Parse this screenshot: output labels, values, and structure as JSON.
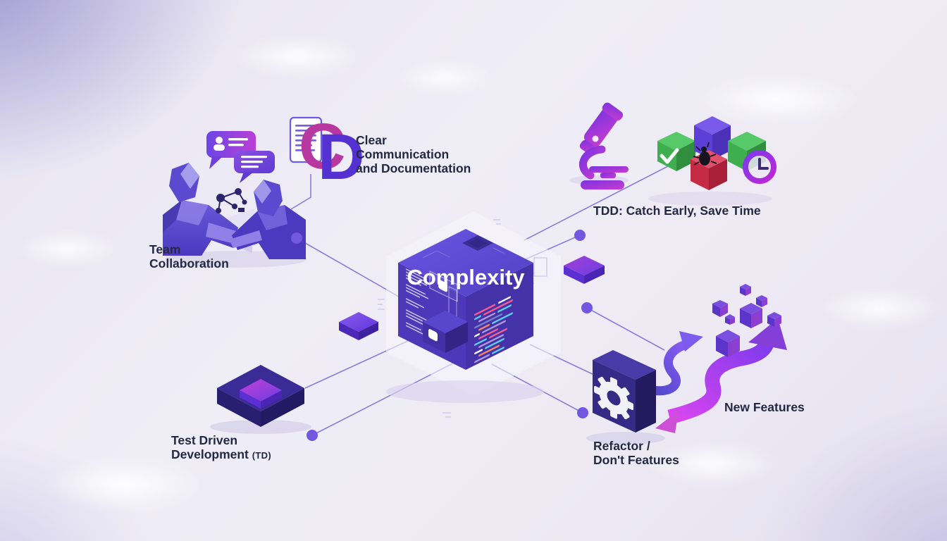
{
  "title": "Software complexity infographic",
  "center": {
    "label": "Complexity"
  },
  "labels": {
    "complexity": "Complexity",
    "team": {
      "line1": "Team",
      "line2": "Collaboration"
    },
    "communication": {
      "line1": "Clear",
      "line2": "Communication",
      "line3": "and Documentation"
    },
    "monogram": {
      "c": "C",
      "d": "D"
    },
    "tdd_catch": "TDD: Catch Early, Save Time",
    "test_driven": {
      "line1": "Test Driven",
      "line2": "Development",
      "suffix": "(TD)"
    },
    "refactor": {
      "line1": "Refactor /",
      "line2": "Don't Features"
    },
    "new_features": "New Features"
  },
  "connections": [
    {
      "from": "Team Collaboration",
      "to": "Complexity"
    },
    {
      "from": "Clear Communication and Documentation",
      "to": "Team Collaboration"
    },
    {
      "from": "Complexity",
      "to": "TDD: Catch Early, Save Time"
    },
    {
      "from": "Test Driven Development (TD)",
      "to": "Complexity"
    },
    {
      "from": "Complexity",
      "to": "Refactor / Don't Features"
    },
    {
      "from": "Complexity",
      "to": "New Features"
    }
  ],
  "icons": {
    "speech-bubbles": "chat bubbles with user avatar and text lines",
    "document": "outlined page with text lines",
    "cd-monogram": "overlapping letters C and D",
    "microscope": "purple gradient microscope",
    "check-cube": "green cube with white checkmark",
    "bug": "black beetle on red cube",
    "clock": "purple ring clock",
    "gear": "white cog on indigo panel",
    "branching-arrows": "two S-curved branching arrows",
    "molecule": "node-link model on table"
  },
  "colors": {
    "background": "#ECEAF4",
    "corner_shade": "#968ECC",
    "connector_line": "#8379D8",
    "connector_dot": "#7257E0",
    "cube_top": "#5A45CF",
    "cube_left": "#4C38B8",
    "cube_right": "#4531A8",
    "label_text": "#252842",
    "monogram_c": "#B7399F",
    "monogram_d": "#5531D1",
    "green_cube": "#43B45A",
    "red_cube": "#D23A52",
    "purple_cube": "#6248DC",
    "arrow_blue": "#6456D6",
    "arrow_magenta": "#C44FD6",
    "gear_panel": "#352A85"
  }
}
